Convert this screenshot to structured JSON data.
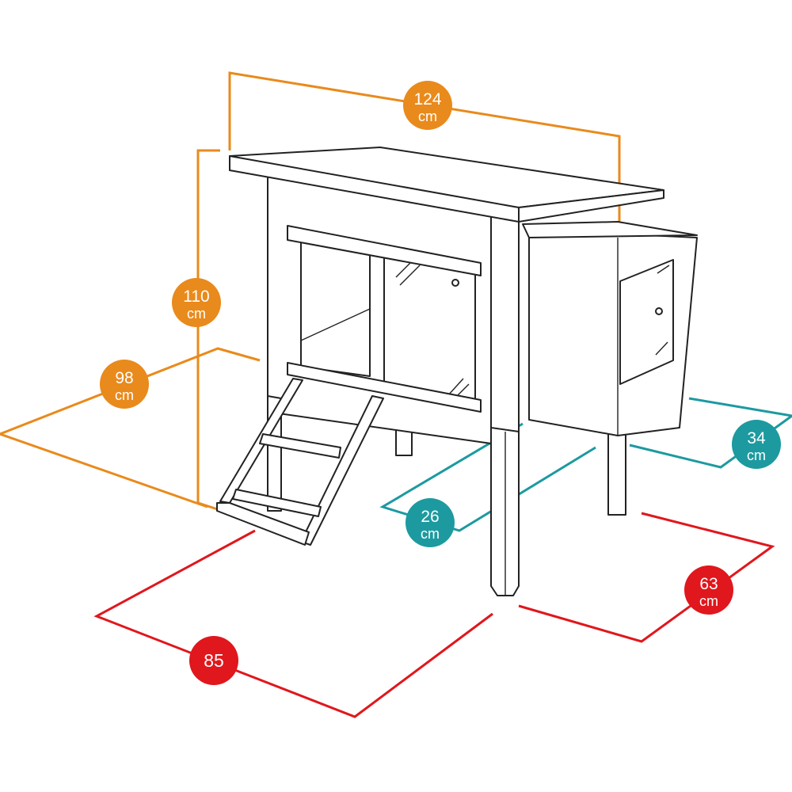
{
  "colors": {
    "height_width": "#E98A1C",
    "depth": "#1C9AA0",
    "base": "#E0171C",
    "outline": "#222222"
  },
  "dimensions": {
    "width_total": {
      "value": "124",
      "unit": "cm"
    },
    "height_total": {
      "value": "110",
      "unit": "cm"
    },
    "ramp_depth": {
      "value": "98",
      "unit": "cm"
    },
    "nest_box_height": {
      "value": "34",
      "unit": "cm"
    },
    "nest_box_width": {
      "value": "26",
      "unit": "cm"
    },
    "base_depth": {
      "value": "63",
      "unit": "cm"
    },
    "base_width": {
      "value": "85",
      "unit": ""
    }
  }
}
